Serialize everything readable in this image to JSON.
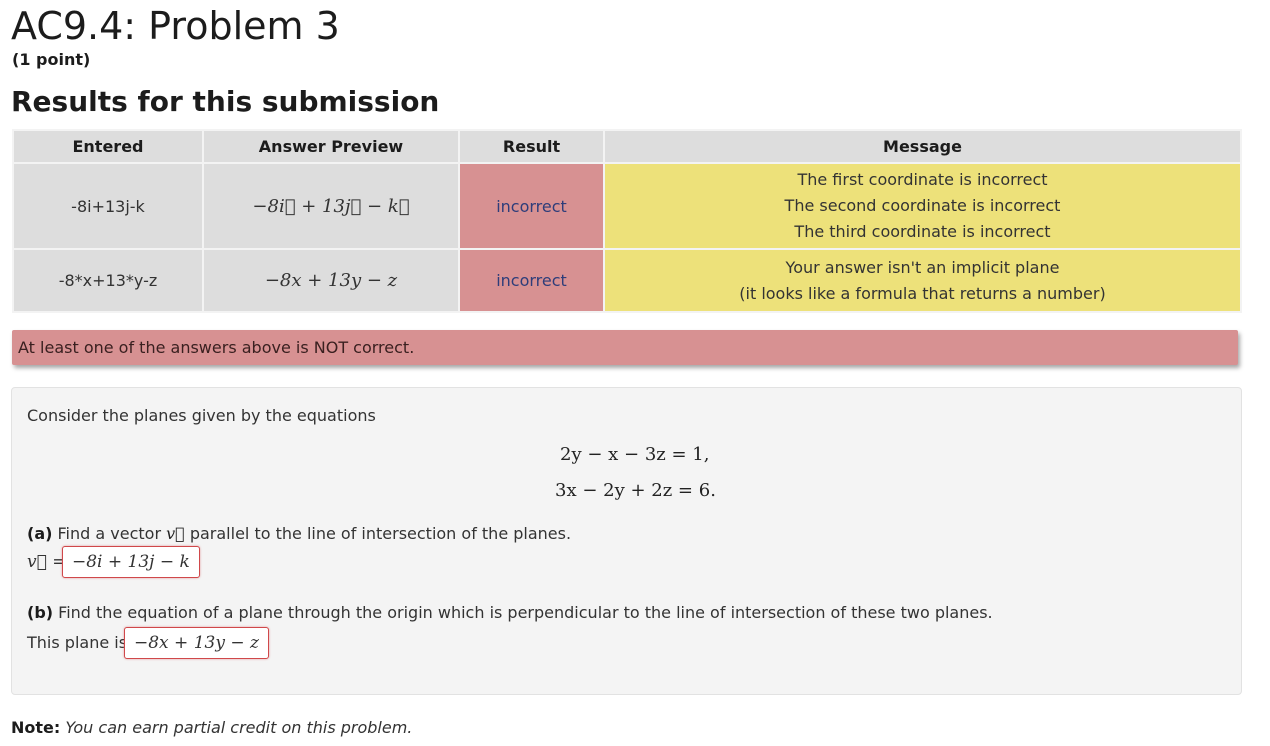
{
  "header": {
    "title": "AC9.4: Problem 3",
    "points": "(1 point)",
    "results_heading": "Results for this submission"
  },
  "results_table": {
    "columns": [
      "Entered",
      "Answer Preview",
      "Result",
      "Message"
    ],
    "rows": [
      {
        "entered": "-8i+13j-k",
        "preview": "−8i⃗ + 13j⃗ − k⃗",
        "result": "incorrect",
        "messages": [
          "The first coordinate is incorrect",
          "The second coordinate is incorrect",
          "The third coordinate is incorrect"
        ]
      },
      {
        "entered": "-8*x+13*y-z",
        "preview": "−8x + 13y − z",
        "result": "incorrect",
        "messages": [
          "Your answer isn't an implicit plane",
          "(it looks like a formula that returns a number)"
        ]
      }
    ]
  },
  "alert": {
    "text": "At least one of the answers above is NOT correct."
  },
  "problem": {
    "intro": "Consider the planes given by the equations",
    "equations": [
      "2y − x − 3z = 1,",
      "3x − 2y + 2z = 6."
    ],
    "part_a": {
      "tag": "(a)",
      "text_before": " Find a vector ",
      "symbol": "v⃗",
      "text_after": " parallel to the line of intersection of the planes.",
      "label": "v⃗ =",
      "answer": "−8i + 13j − k"
    },
    "part_b": {
      "tag": "(b)",
      "text": " Find the equation of a plane through the origin which is perpendicular to the line of intersection of these two planes.",
      "label": "This plane is",
      "answer": "−8x + 13y − z"
    }
  },
  "note": {
    "label": "Note:",
    "text": " You can earn partial credit on this problem."
  },
  "colors": {
    "incorrect_bg": "#d79192",
    "message_bg": "#ede17a",
    "header_bg": "#dddddd",
    "answer_border": "#d0484a"
  }
}
